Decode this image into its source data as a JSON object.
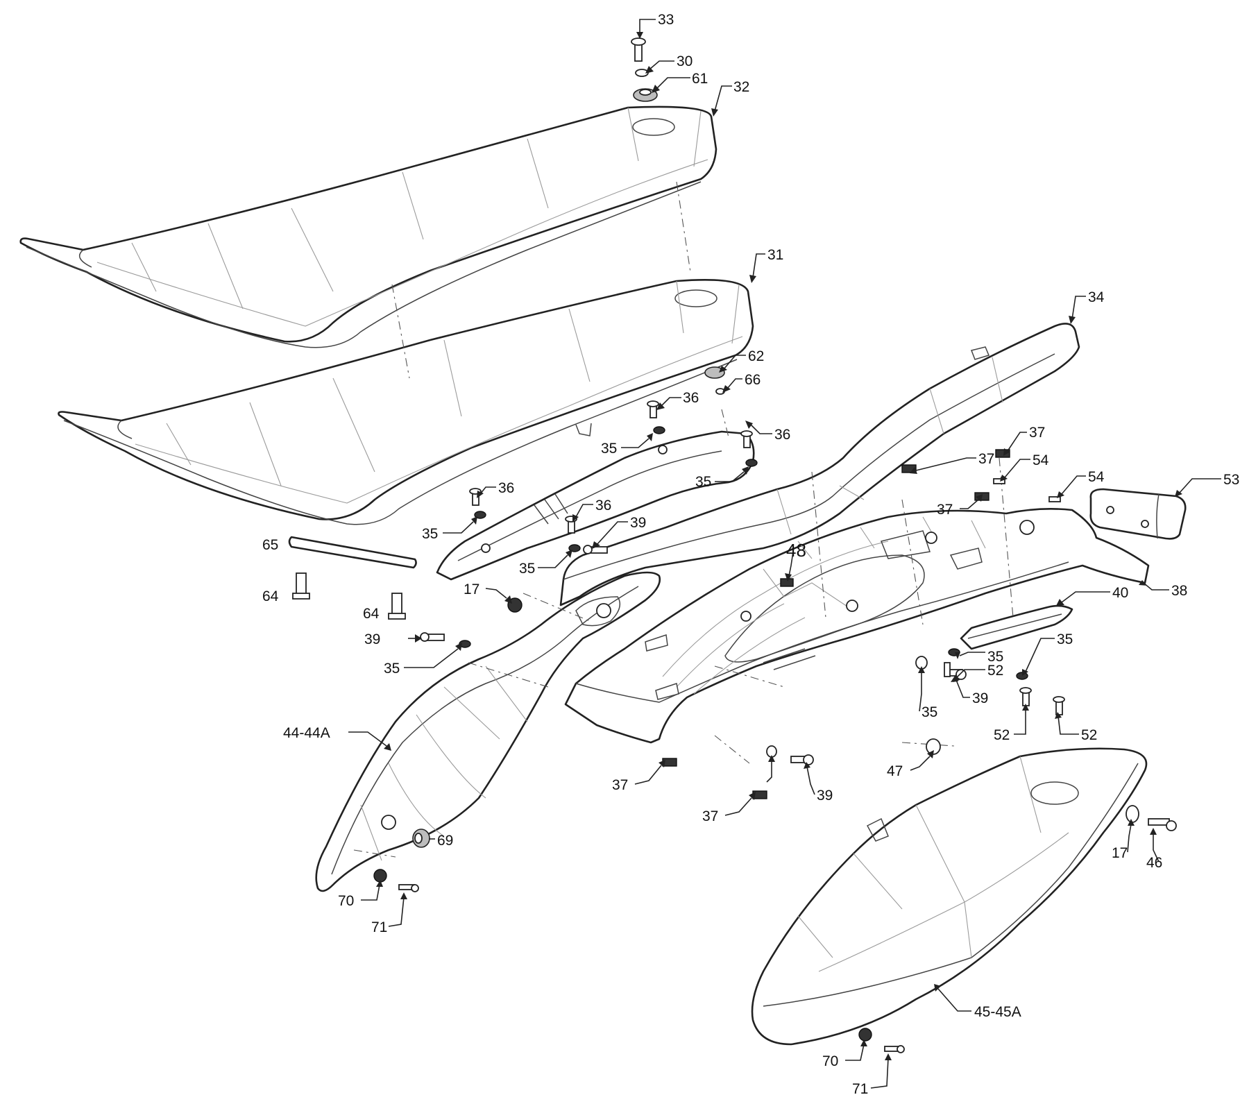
{
  "diagram": {
    "labels": {
      "p17a": "17",
      "p17b": "17",
      "p30": "30",
      "p31": "31",
      "p32": "32",
      "p33": "33",
      "p34": "34",
      "p35a": "35",
      "p35b": "35",
      "p35c": "35",
      "p35d": "35",
      "p35e": "35",
      "p35f": "35",
      "p35g": "35",
      "p35h": "35",
      "p36a": "36",
      "p36b": "36",
      "p36c": "36",
      "p36d": "36",
      "p37a": "37",
      "p37b": "37",
      "p37c": "37",
      "p37d": "37",
      "p37e": "37",
      "p38": "38",
      "p39a": "39",
      "p39b": "39",
      "p39c": "39",
      "p39d": "39",
      "p40": "40",
      "p44": "44-44A",
      "p45": "45-45A",
      "p46": "46",
      "p47": "47",
      "p48": "48",
      "p52a": "52",
      "p52b": "52",
      "p52c": "52",
      "p53": "53",
      "p54a": "54",
      "p54b": "54",
      "p61": "61",
      "p62": "62",
      "p64a": "64",
      "p64b": "64",
      "p65": "65",
      "p66": "66",
      "p69": "69",
      "p70a": "70",
      "p70b": "70",
      "p71a": "71",
      "p71b": "71"
    }
  }
}
